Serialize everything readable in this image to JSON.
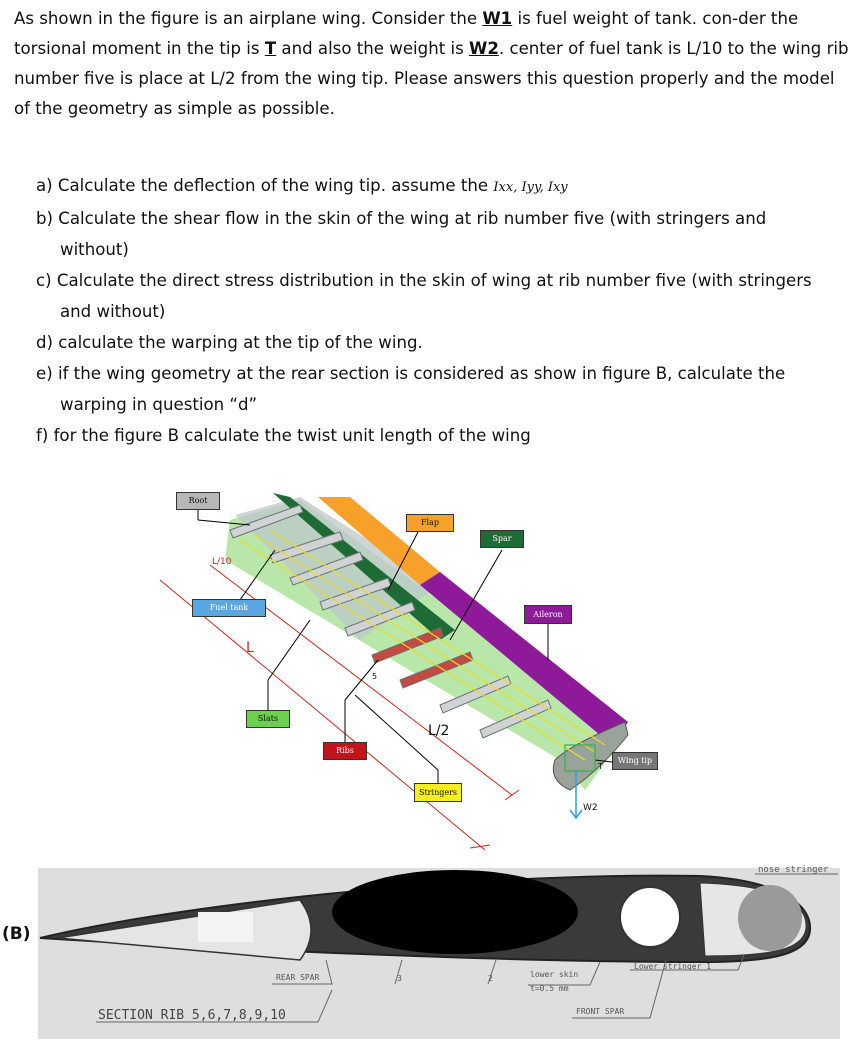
{
  "intro": {
    "p1": "As shown in the figure is an airplane wing. Consider the ",
    "w1": "W1",
    "p2": " is fuel weight of tank. con-der the torsional moment in the tip is ",
    "t": "T",
    "p3": " and also the weight is ",
    "w2": "W2",
    "p4": ". center of fuel tank is L/10 to the wing rib number five is place at L/2 from the wing tip. Please answers this question properly and the model of the geometry as simple as possible."
  },
  "questions": {
    "a_text": "a) Calculate the deflection of the wing tip. assume the ",
    "a_math": "Ixx, Iyy, Ixy",
    "b": "b) Calculate the shear flow in the skin of the wing at rib number five (with stringers and without)",
    "c": "c) Calculate the direct stress distribution in the skin of wing at rib number five (with stringers and without)",
    "d": "d) calculate the warping at the tip of the wing.",
    "e": "e) if the wing geometry at the rear section is considered as show in figure B, calculate the warping in question “d”",
    "f": "f) for the figure B calculate the twist unit length of the wing"
  },
  "figure_a": {
    "tags": {
      "root": "Root",
      "flap": "Flap",
      "spar": "Spar",
      "aileron": "Aileron",
      "fuel_tank": "Fuel tank",
      "slats": "Slats",
      "ribs": "Ribs",
      "stringers": "Stringers",
      "wing_tip": "Wing tip"
    },
    "dims": {
      "l10": "L/10",
      "l": "L",
      "l2": "L/2",
      "five": "5",
      "t": "T",
      "w2": "W2"
    },
    "colors": {
      "flap": "#f7a02a",
      "spar": "#1e6b36",
      "aileron": "#8e1a99",
      "fuel_tank": "#5aa6e0",
      "slats": "#6bd14a",
      "ribs": "#c2151b",
      "stringers": "#f5ee1e",
      "tip": "#777777"
    }
  },
  "figure_b": {
    "label": "(B)",
    "nose_stringer": "nose stringer",
    "rear_spar": "REAR SPAR",
    "n3": "3",
    "n2": "2",
    "lower_skin": "lower skin",
    "thickness": "t=0.5 mm",
    "lower_stringer": "Lower stringer 1",
    "front_spar": "FRONT SPAR",
    "section": "SECTION RIB 5,6,7,8,9,10"
  }
}
